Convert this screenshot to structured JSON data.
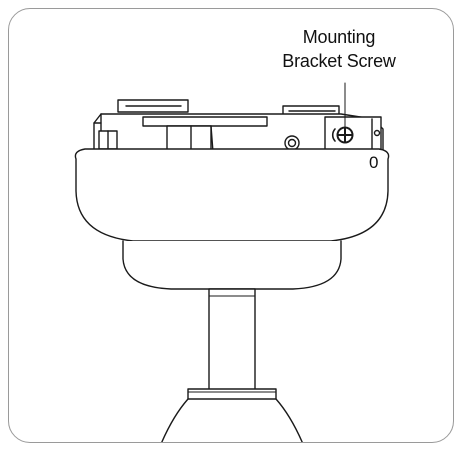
{
  "callout": {
    "line1": "Mounting",
    "line2": "Bracket Screw"
  },
  "icons": {
    "screw": "mounting-bracket-screw-icon",
    "lock": "lock-icon",
    "unlock": "unlock-icon"
  },
  "unlock_symbol": "0",
  "colors": {
    "stroke": "#1a1a1a",
    "frame": "#9a9a9a",
    "background": "#ffffff"
  }
}
